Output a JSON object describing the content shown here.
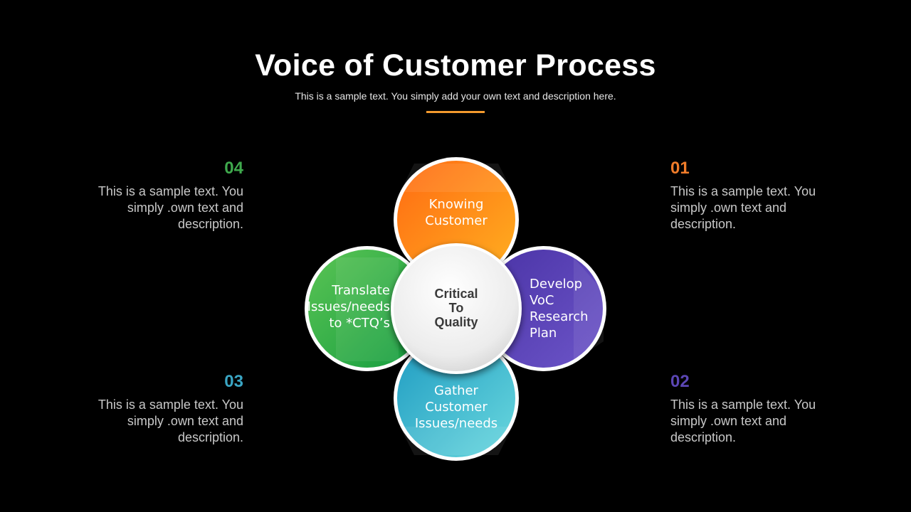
{
  "header": {
    "title": "Voice of Customer Process",
    "subtitle": "This is a sample text. You simply add your own text and description here."
  },
  "colors": {
    "accent": "#f39a2d",
    "orange": "#f57c1f",
    "purple": "#5b3fb0",
    "teal": "#2eb4c9",
    "green": "#2db34a",
    "num_01": "#f07c2a",
    "num_02": "#5b46b4",
    "num_03": "#3aa6c4",
    "num_04": "#3fa94d"
  },
  "diagram": {
    "center": "Critical To Quality",
    "center_lines": [
      "Critical",
      "To",
      "Quality"
    ],
    "petals": [
      {
        "id": "top",
        "lines": [
          "Knowing",
          "Customer"
        ]
      },
      {
        "id": "right",
        "lines": [
          "Develop",
          "VoC",
          "Research",
          "Plan"
        ]
      },
      {
        "id": "bottom",
        "lines": [
          "Gather",
          "Customer",
          "Issues/needs"
        ]
      },
      {
        "id": "left",
        "lines": [
          "Translate",
          "Issues/needs",
          "to *CTQ’s"
        ]
      }
    ]
  },
  "steps": {
    "s01": {
      "num": "01",
      "lines": [
        "This is a sample text. You",
        "simply .own text and",
        "description."
      ]
    },
    "s02": {
      "num": "02",
      "lines": [
        "This is a sample text. You",
        "simply .own text and",
        "description."
      ]
    },
    "s03": {
      "num": "03",
      "lines": [
        "This is a sample text. You",
        "simply .own text and",
        "description."
      ]
    },
    "s04": {
      "num": "04",
      "lines": [
        "This is a sample text. You",
        "simply .own text and",
        "description."
      ]
    }
  }
}
